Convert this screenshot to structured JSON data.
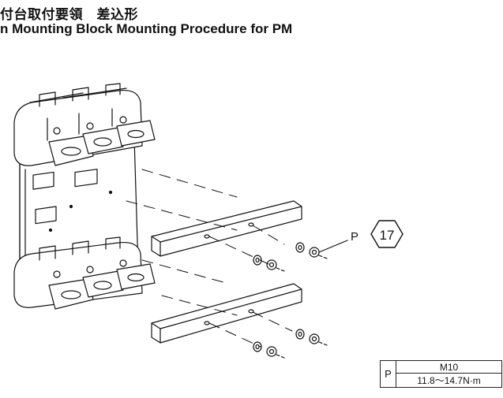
{
  "title_jp": "付台取付要領　差込形",
  "title_en": "n Mounting Block Mounting Procedure for PM",
  "callout": {
    "letter": "P",
    "number": "17"
  },
  "torque_table": {
    "label": "P",
    "size": "M10",
    "torque": "11.8～14.7N·m"
  }
}
